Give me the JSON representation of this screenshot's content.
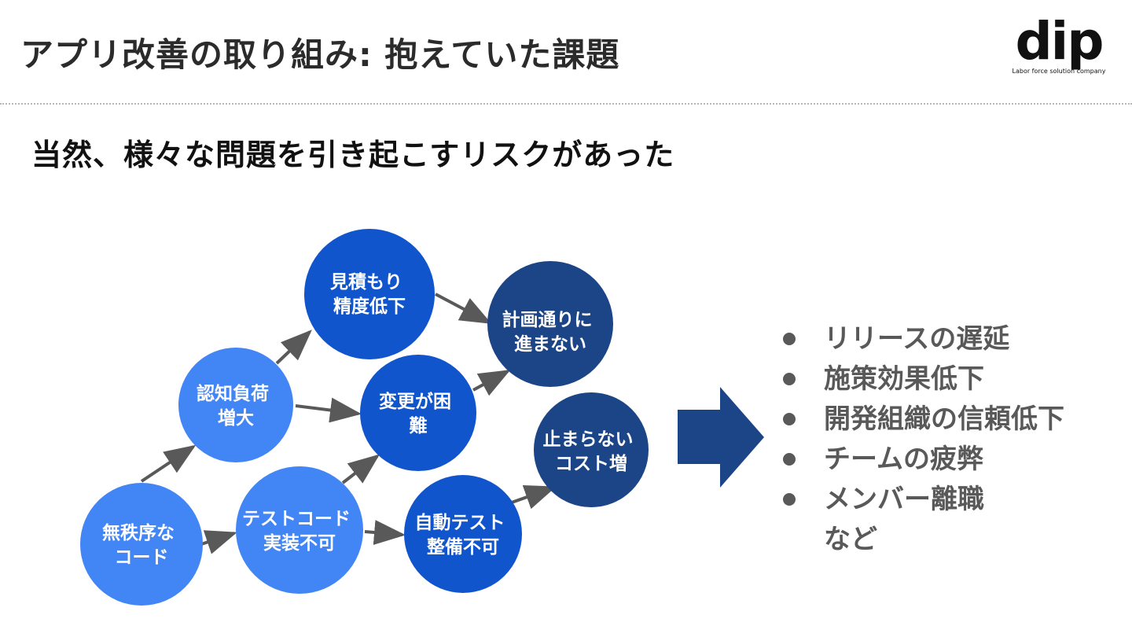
{
  "slide": {
    "title": "アプリ改善の取り組み: 抱えていた課題",
    "subtitle": "当然、様々な問題を引き起こすリスクがあった"
  },
  "logo": {
    "word": "dip",
    "tagline": "Labor force solution company"
  },
  "diagram": {
    "nodes": {
      "messy_code": [
        "無秩序な",
        "コード"
      ],
      "test_code_impossible": [
        "テストコード",
        "実装不可"
      ],
      "cognitive_load": [
        "認知負荷",
        "増大"
      ],
      "estimate_accuracy": [
        "見積もり",
        "精度低下"
      ],
      "hard_to_change": [
        "変更が困",
        "難"
      ],
      "auto_test_impossible": [
        "自動テスト",
        "整備不可"
      ],
      "plan_delay": [
        "計画通りに",
        "進まない"
      ],
      "cost_increase": [
        "止まらない",
        "コスト増"
      ]
    },
    "colors": {
      "light": "#4285f4",
      "medium": "#1155cc",
      "dark": "#1c4587",
      "arrow": "#595959",
      "big_arrow": "#1c4587"
    }
  },
  "results": {
    "items": [
      "リリースの遅延",
      "施策効果低下",
      "開発組織の信頼低下",
      "チームの疲弊",
      "メンバー離職"
    ],
    "tail": "など"
  }
}
